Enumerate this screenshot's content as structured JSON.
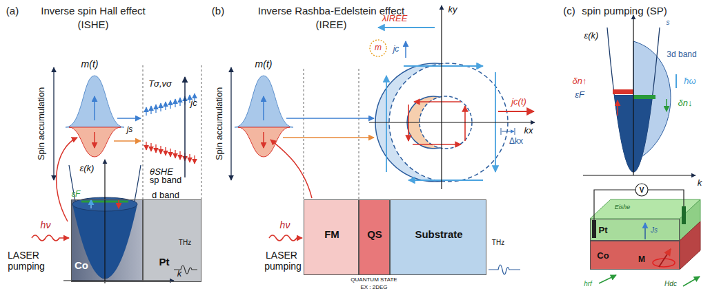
{
  "diagram": {
    "nodes": [
      {
        "text": [
          "Co"
        ]
      },
      {
        "text": [
          "Pt"
        ]
      },
      {
        "text": [
          "FM"
        ]
      },
      {
        "text": [
          "QS"
        ]
      },
      {
        "text": [
          "Substrate"
        ]
      },
      {
        "text": [
          "Pt"
        ]
      },
      {
        "text": [
          "Co"
        ]
      }
    ],
    "labels": [
      "(a)",
      "Inverse spin Hall effect",
      "(ISHE)",
      "m(t)",
      "Tσ,vσ",
      "js",
      "θSHE",
      "jc",
      "Spin accumulation",
      "ε(k)",
      "sp band",
      "d band",
      "εF",
      "hν",
      "LASER",
      "pumping",
      "k",
      "THz",
      "(b)",
      "Inverse Rashba-Edelstein effect",
      "(IREE)",
      "m(t)",
      "Spin accumulation",
      "λIREE",
      "m",
      "jc",
      "ky",
      "kx",
      "jc(t)",
      "Δkx",
      "hν",
      "LASER",
      "pumping",
      "THz",
      "QUANTUM STATE",
      "EX : 2DEG",
      "(c)",
      "spin pumping (SP)",
      "ε(k)",
      "s",
      "3d band",
      "δn↑",
      "εF",
      "ħω",
      "δn↓",
      "k",
      "V",
      "Eishe",
      "Js",
      "Hdc",
      "M",
      "hrf"
    ]
  }
}
